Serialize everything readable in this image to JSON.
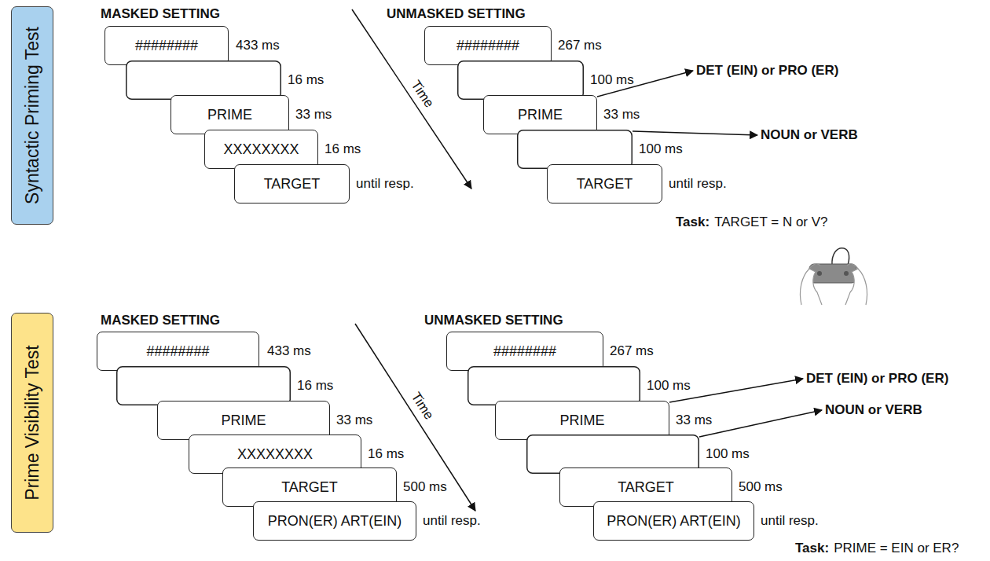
{
  "diagram": {
    "nodes": [
      {
        "text": [
          "Syntactic Priming Test"
        ]
      },
      {
        "text": [
          "########"
        ]
      },
      {
        "text": [
          "PRIME"
        ]
      },
      {
        "text": [
          "XXXXXXXX"
        ]
      },
      {
        "text": [
          "TARGET"
        ]
      },
      {
        "text": [
          "########"
        ]
      },
      {
        "text": [
          "PRIME"
        ]
      },
      {
        "text": [
          "TARGET"
        ]
      },
      {
        "text": [
          "Prime Visibility Test"
        ]
      },
      {
        "text": [
          "########"
        ]
      },
      {
        "text": [
          "PRIME"
        ]
      },
      {
        "text": [
          "XXXXXXXX"
        ]
      },
      {
        "text": [
          "TARGET"
        ]
      },
      {
        "text": [
          "PRON(ER) ART(EIN)"
        ]
      },
      {
        "text": [
          "########"
        ]
      },
      {
        "text": [
          "PRIME"
        ]
      },
      {
        "text": [
          "TARGET"
        ]
      },
      {
        "text": [
          "PRON(ER) ART(EIN)"
        ]
      }
    ],
    "labels": [
      "MASKED SETTING",
      "433 ms",
      "16 ms",
      "33 ms",
      "16 ms",
      "until resp.",
      "Time",
      "UNMASKED SETTING",
      "267 ms",
      "100 ms",
      "33 ms",
      "100 ms",
      "until resp.",
      "DET (EIN) or PRO (ER)",
      "NOUN or VERB",
      "Task:",
      "TARGET = N or V?",
      "MASKED SETTING",
      "433 ms",
      "16 ms",
      "33 ms",
      "16 ms",
      "500 ms",
      "until resp.",
      "Time",
      "UNMASKED SETTING",
      "267 ms",
      "100 ms",
      "33 ms",
      "100 ms",
      "500 ms",
      "until resp.",
      "DET (EIN) or PRO (ER)",
      "NOUN or VERB",
      "Task:",
      "PRIME = EIN or ER?"
    ]
  }
}
